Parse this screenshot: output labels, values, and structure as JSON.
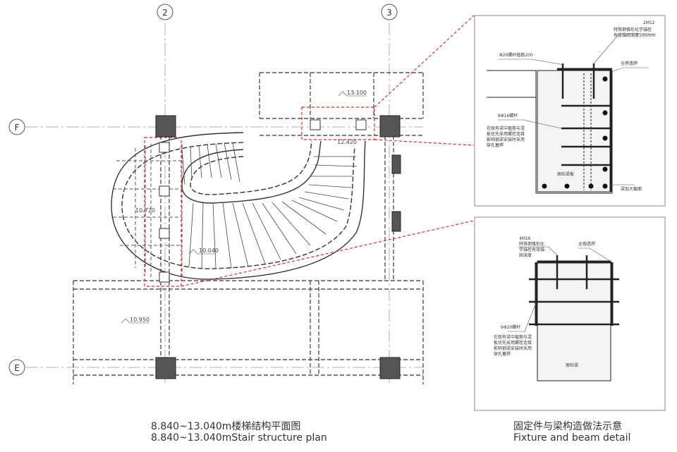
{
  "plan": {
    "grid_labels": {
      "col_2": "2",
      "col_3": "3",
      "row_F": "F",
      "row_E": "E"
    },
    "level_tags": [
      "13.100",
      "12.420",
      "10.720",
      "10.040",
      "10.950"
    ],
    "caption_cn": "8.840~13.040m楼梯结构平面图",
    "caption_en": "8.840~13.040mStair structure plan"
  },
  "detail_top": {
    "notes": [
      "2M12",
      "特殊倒锥形化学锚栓",
      "有效锚固深度100mm",
      "Φ20螺杆植筋200",
      "全焊透焊",
      "6Φ16螺杆",
      "在既有梁中植筋与混",
      "板优先采用螺栓连接",
      "影响钢梁安装时采用",
      "穿孔塞焊",
      "原砼梁板",
      "梁加大截面"
    ]
  },
  "detail_bottom": {
    "notes": [
      "4M16",
      "特殊倒锥形化",
      "学锚栓有效锚",
      "固深度",
      "全熔透焊",
      "9Φ20螺杆",
      "在既有梁中植筋与混",
      "板优先采用螺栓连接",
      "影响钢梁安装时采用",
      "穿孔塞焊",
      "原砼梁"
    ]
  },
  "captions": {
    "detail_cn": "固定件与梁构造做法示意",
    "detail_en": "Fixture and beam detail"
  }
}
